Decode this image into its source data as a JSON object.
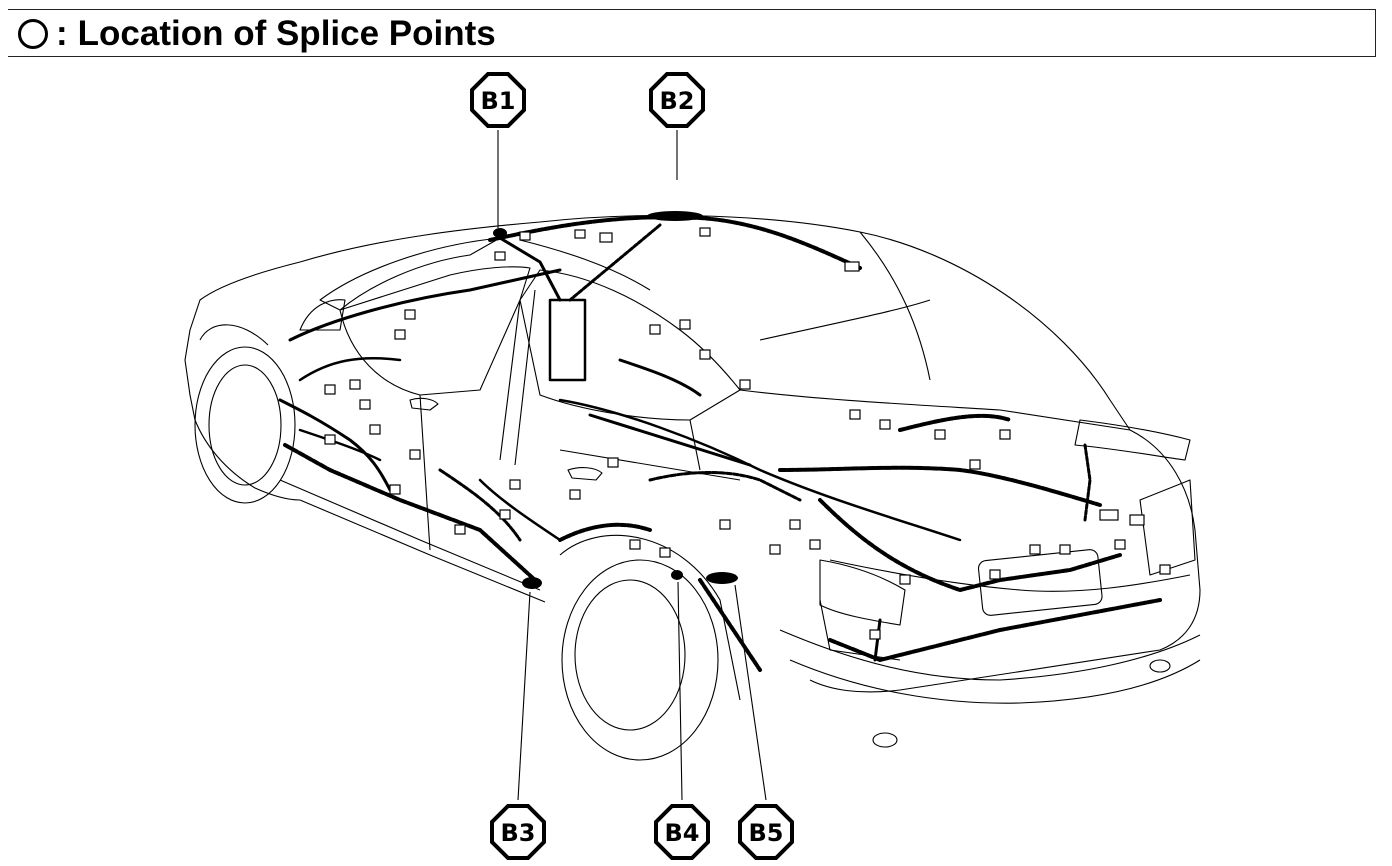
{
  "header": {
    "marker_icon": "circle-icon",
    "separator": ":",
    "title": "Location of Splice Points"
  },
  "diagram": {
    "subject": "car-wiring-harness",
    "callouts": [
      {
        "id": "B1",
        "label": "B1"
      },
      {
        "id": "B2",
        "label": "B2"
      },
      {
        "id": "B3",
        "label": "B3"
      },
      {
        "id": "B4",
        "label": "B4"
      },
      {
        "id": "B5",
        "label": "B5"
      }
    ]
  },
  "colors": {
    "ink": "#000000",
    "paper": "#ffffff"
  }
}
